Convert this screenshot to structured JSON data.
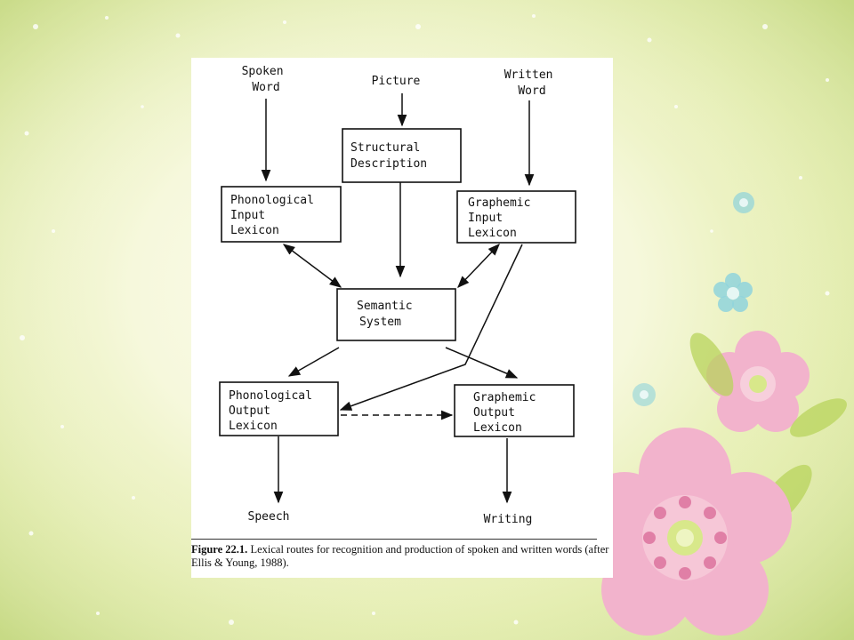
{
  "colors": {
    "ink": "#111111",
    "panel": "#ffffff",
    "background_light": "#fdfdf0",
    "background_green": "#cfe08a",
    "flower_pink": "#f2b3cc",
    "flower_teal": "#8fd3dc"
  },
  "diagram": {
    "inputs": {
      "spoken_word": [
        "Spoken",
        "Word"
      ],
      "picture": [
        "Picture"
      ],
      "written_word": [
        "Written",
        "Word"
      ]
    },
    "nodes": {
      "structural_description": [
        "Structural",
        "Description"
      ],
      "phonological_input_lexicon": [
        "Phonological",
        "Input",
        "Lexicon"
      ],
      "graphemic_input_lexicon": [
        "Graphemic",
        "Input",
        "Lexicon"
      ],
      "semantic_system": [
        "Semantic",
        "System"
      ],
      "phonological_output_lexicon": [
        "Phonological",
        "Output",
        "Lexicon"
      ],
      "graphemic_output_lexicon": [
        "Graphemic",
        "Output",
        "Lexicon"
      ]
    },
    "outputs": {
      "speech": [
        "Speech"
      ],
      "writing": [
        "Writing"
      ]
    },
    "edges": [
      {
        "from": "spoken_word",
        "to": "phonological_input_lexicon",
        "style": "solid",
        "direction": "forward"
      },
      {
        "from": "picture",
        "to": "structural_description",
        "style": "solid",
        "direction": "forward"
      },
      {
        "from": "written_word",
        "to": "graphemic_input_lexicon",
        "style": "solid",
        "direction": "forward"
      },
      {
        "from": "structural_description",
        "to": "semantic_system",
        "style": "solid",
        "direction": "forward"
      },
      {
        "from": "phonological_input_lexicon",
        "to": "semantic_system",
        "style": "solid",
        "direction": "both"
      },
      {
        "from": "graphemic_input_lexicon",
        "to": "semantic_system",
        "style": "solid",
        "direction": "both"
      },
      {
        "from": "semantic_system",
        "to": "phonological_output_lexicon",
        "style": "solid",
        "direction": "forward"
      },
      {
        "from": "semantic_system",
        "to": "graphemic_output_lexicon",
        "style": "solid",
        "direction": "forward"
      },
      {
        "from": "graphemic_input_lexicon",
        "to": "phonological_output_lexicon",
        "style": "solid",
        "direction": "forward"
      },
      {
        "from": "phonological_output_lexicon",
        "to": "graphemic_output_lexicon",
        "style": "dashed",
        "direction": "forward"
      },
      {
        "from": "phonological_output_lexicon",
        "to": "speech",
        "style": "solid",
        "direction": "forward"
      },
      {
        "from": "graphemic_output_lexicon",
        "to": "writing",
        "style": "solid",
        "direction": "forward"
      }
    ]
  },
  "caption": {
    "label": "Figure 22.1.",
    "text": "Lexical routes for recognition and production of spoken and written words (after Ellis & Young, 1988)."
  }
}
